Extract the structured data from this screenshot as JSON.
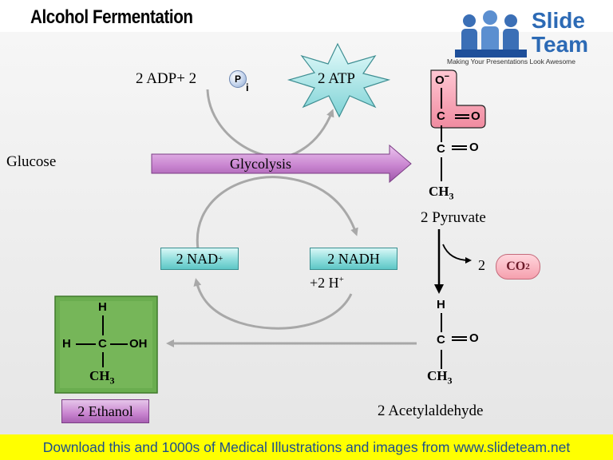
{
  "title": "Alcohol Fermentation",
  "logo": {
    "line1": "Slide",
    "line2": "Team",
    "tagline": "Making Your Presentations Look Awesome"
  },
  "reaction": {
    "adp_text": "2 ADP+ 2",
    "pi_letter": "P",
    "pi_sub": "i",
    "atp": "2 ATP",
    "glucose": "Glucose",
    "glycolysis": "Glycolysis",
    "nad": "2 NAD",
    "nad_sup": "+",
    "nadh": "2 NADH",
    "h_plus": "+2 H",
    "h_sup": "+"
  },
  "pyruvate": {
    "o_minus": "O",
    "minus_sign": "−",
    "c1": "C",
    "o1": "O",
    "c2": "C",
    "o2": "O",
    "ch3": "CH",
    "ch3_sub": "3",
    "label": "2 Pyruvate"
  },
  "co2": {
    "count": "2",
    "formula": "CO",
    "sub": "2"
  },
  "acetaldehyde": {
    "h": "H",
    "c": "C",
    "o": "O",
    "ch3": "CH",
    "ch3_sub": "3",
    "label": "2 Acetylaldehyde"
  },
  "ethanol": {
    "h_top": "H",
    "h_left": "H",
    "c": "C",
    "oh": "OH",
    "ch3": "CH",
    "ch3_sub": "3",
    "label": "2 Ethanol"
  },
  "footer": "Download this and 1000s of Medical Illustrations and images from www.slideteam.net",
  "colors": {
    "teal": "#8edddc",
    "purple": "#c985d0",
    "green": "#6aad4f",
    "pink": "#f5a0ae",
    "footer_bg": "#ffff00",
    "footer_text": "#1d4f8c"
  }
}
